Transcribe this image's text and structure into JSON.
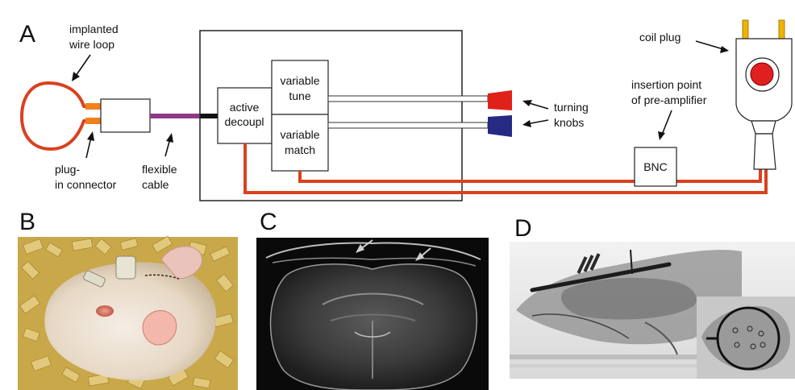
{
  "panels": {
    "a": "A",
    "b": "B",
    "c": "C",
    "d": "D"
  },
  "labels": {
    "implanted_wire_loop": [
      "implanted",
      "wire loop"
    ],
    "plug_in_connector": [
      "plug-",
      "in connector"
    ],
    "flexible_cable": [
      "flexible",
      "cable"
    ],
    "active_decoupl": [
      "active",
      "decoupl"
    ],
    "variable_tune": [
      "variable",
      "tune"
    ],
    "variable_match": [
      "variable",
      "match"
    ],
    "turning_knobs": [
      "turning",
      "knobs"
    ],
    "coil_plug": "coil plug",
    "insertion_point": [
      "insertion point",
      "of pre-amplifier"
    ],
    "bnc": "BNC"
  },
  "colors": {
    "coil_red": "#d9411e",
    "connector_orange": "#f07f1c",
    "cable_purple": "#8e3a86",
    "knob_red": "#e0211a",
    "knob_blue": "#262a83",
    "plug_yellow": "#f0b400",
    "plug_button_red": "#e02020"
  }
}
